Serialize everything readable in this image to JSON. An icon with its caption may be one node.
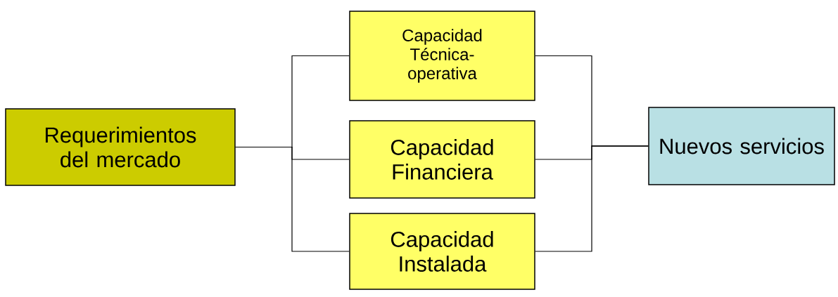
{
  "diagram": {
    "nodes": [
      {
        "text": [
          "Requerimientos del mercado"
        ]
      },
      {
        "text": [
          "Capacidad Técnica-operativa"
        ]
      },
      {
        "text": [
          "Capacidad Financiera"
        ]
      },
      {
        "text": [
          "Capacidad Instalada"
        ]
      },
      {
        "text": [
          "Nuevos servicios"
        ]
      }
    ],
    "edges": [
      {
        "from": 0,
        "to": 1,
        "arrow": "none"
      },
      {
        "from": 0,
        "to": 2,
        "arrow": "none"
      },
      {
        "from": 0,
        "to": 3,
        "arrow": "none"
      },
      {
        "from": 1,
        "to": 4,
        "arrow": "none"
      },
      {
        "from": 2,
        "to": 4,
        "arrow": "none"
      },
      {
        "from": 3,
        "to": 4,
        "arrow": "none"
      }
    ]
  }
}
